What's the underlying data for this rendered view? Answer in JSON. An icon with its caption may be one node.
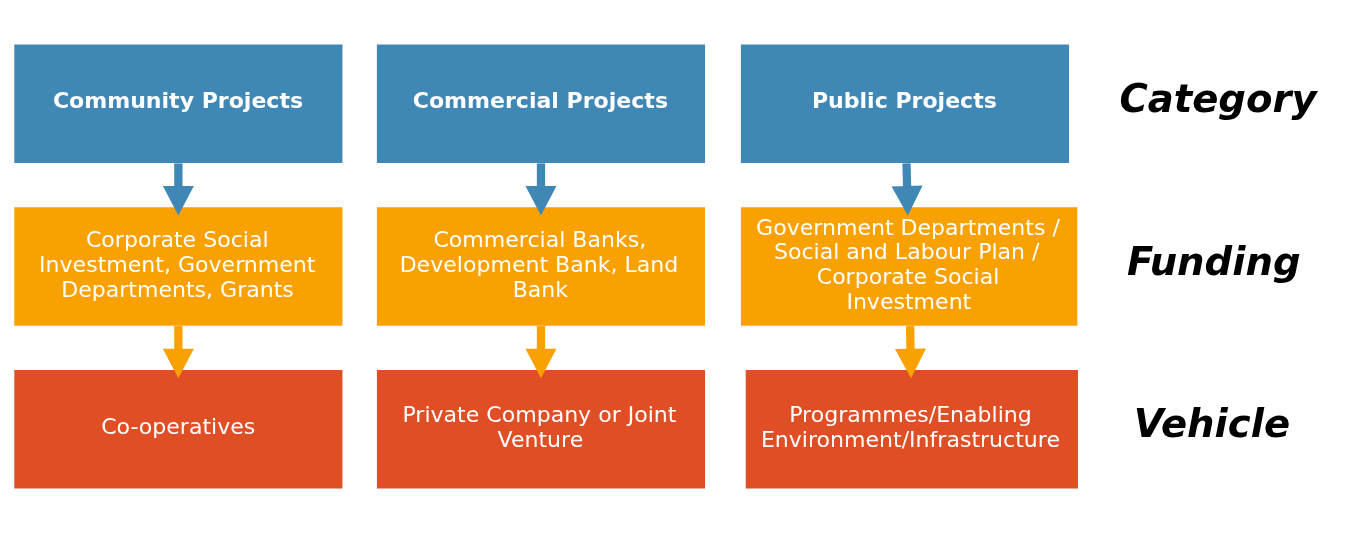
{
  "diagram": {
    "nodes": [
      {
        "text": [
          "Community Projects"
        ]
      },
      {
        "text": [
          "Commercial Projects"
        ]
      },
      {
        "text": [
          "Public Projects"
        ]
      },
      {
        "text": [
          "Corporate Social Investment, Government Departments, Grants"
        ]
      },
      {
        "text": [
          "Commercial Banks, Development Bank, Land Bank"
        ]
      },
      {
        "text": [
          "Government Departments / Social and Labour Plan / Corporate Social Investment"
        ]
      },
      {
        "text": [
          "Co-operatives"
        ]
      },
      {
        "text": [
          "Private Company or Joint Venture"
        ]
      },
      {
        "text": [
          "Programmes/Enabling Environment/Infrastructure"
        ]
      }
    ],
    "edges": [
      {
        "from": 0,
        "to": 3,
        "arrow": "to",
        "color": "#3f87b5"
      },
      {
        "from": 1,
        "to": 4,
        "arrow": "to",
        "color": "#3f87b5"
      },
      {
        "from": 2,
        "to": 5,
        "arrow": "to",
        "color": "#3f87b5"
      },
      {
        "from": 3,
        "to": 6,
        "arrow": "to",
        "color": "#f9a100"
      },
      {
        "from": 4,
        "to": 7,
        "arrow": "to",
        "color": "#f9a100"
      },
      {
        "from": 5,
        "to": 8,
        "arrow": "to",
        "color": "#f9a100"
      }
    ],
    "labels": [
      "Category",
      "Funding",
      "Vehicle"
    ]
  }
}
